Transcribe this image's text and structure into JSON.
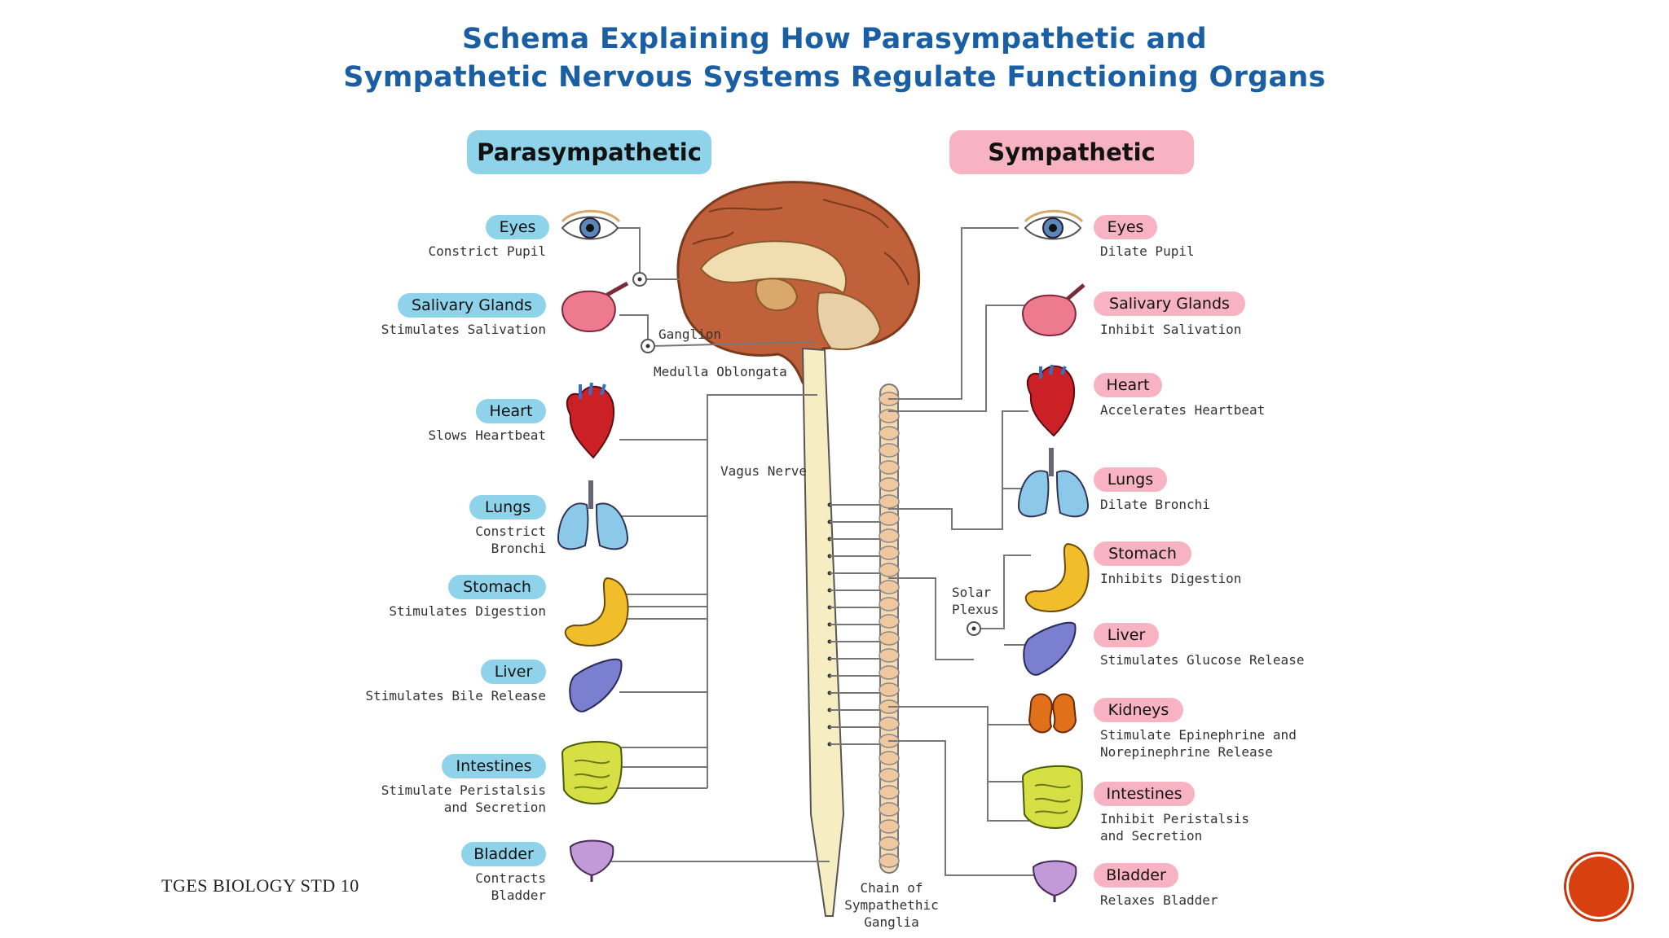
{
  "title": {
    "line1": "Schema Explaining How Parasympathetic and",
    "line2": "Sympathetic Nervous Systems Regulate Functioning Organs"
  },
  "headers": {
    "parasympathetic": "Parasympathetic",
    "sympathetic": "Sympathetic"
  },
  "parasympathetic": [
    {
      "organ": "Eyes",
      "desc": [
        "Constrict Pupil"
      ]
    },
    {
      "organ": "Salivary Glands",
      "desc": [
        "Stimulates Salivation"
      ]
    },
    {
      "organ": "Heart",
      "desc": [
        "Slows Heartbeat"
      ]
    },
    {
      "organ": "Lungs",
      "desc": [
        "Constrict",
        "Bronchi"
      ]
    },
    {
      "organ": "Stomach",
      "desc": [
        "Stimulates Digestion"
      ]
    },
    {
      "organ": "Liver",
      "desc": [
        "Stimulates Bile Release"
      ]
    },
    {
      "organ": "Intestines",
      "desc": [
        "Stimulate Peristalsis",
        "and Secretion"
      ]
    },
    {
      "organ": "Bladder",
      "desc": [
        "Contracts",
        "Bladder"
      ]
    }
  ],
  "sympathetic": [
    {
      "organ": "Eyes",
      "desc": [
        "Dilate Pupil"
      ]
    },
    {
      "organ": "Salivary Glands",
      "desc": [
        "Inhibit Salivation"
      ]
    },
    {
      "organ": "Heart",
      "desc": [
        "Accelerates Heartbeat"
      ]
    },
    {
      "organ": "Lungs",
      "desc": [
        "Dilate Bronchi"
      ]
    },
    {
      "organ": "Stomach",
      "desc": [
        "Inhibits Digestion"
      ]
    },
    {
      "organ": "Liver",
      "desc": [
        "Stimulates Glucose Release"
      ]
    },
    {
      "organ": "Kidneys",
      "desc": [
        "Stimulate Epinephrine and",
        "Norepinephrine Release"
      ]
    },
    {
      "organ": "Intestines",
      "desc": [
        "Inhibit Peristalsis",
        "and Secretion"
      ]
    },
    {
      "organ": "Bladder",
      "desc": [
        "Relaxes Bladder"
      ]
    }
  ],
  "labels": {
    "ganglion": "Ganglion",
    "medulla": "Medulla Oblongata",
    "vagus": "Vagus Nerve",
    "solar1": "Solar",
    "solar2": "Plexus",
    "chain1": "Chain of",
    "chain2": "Sympathethic",
    "chain3": "Ganglia"
  },
  "footer": "TGES BIOLOGY STD 10",
  "colors": {
    "title": "#1a5fa3",
    "para": "#8fd3ea",
    "symp": "#f7b3c2",
    "badge": "#d8400f"
  }
}
